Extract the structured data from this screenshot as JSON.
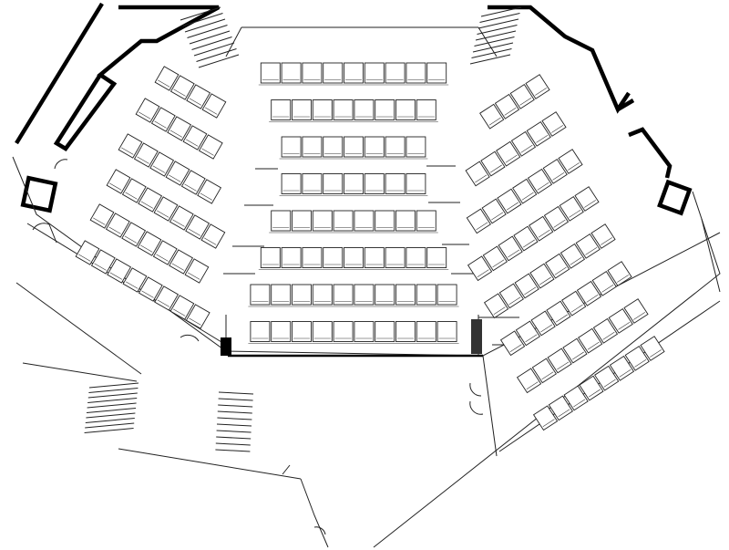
{
  "diagram": {
    "type": "floor-plan",
    "colors": {
      "line": "#000000",
      "background": "#ffffff"
    },
    "icons": [
      "seat-icon",
      "door-swing-icon",
      "stair-icon"
    ],
    "center_rows_seat_counts": [
      9,
      8,
      7,
      7,
      8,
      9,
      10,
      10
    ],
    "left_wing_rows_seat_counts": [
      4,
      5,
      6,
      7,
      7,
      8
    ],
    "right_wing_rows_seat_counts": [
      4,
      6,
      7,
      8,
      8,
      8,
      8,
      8
    ]
  }
}
